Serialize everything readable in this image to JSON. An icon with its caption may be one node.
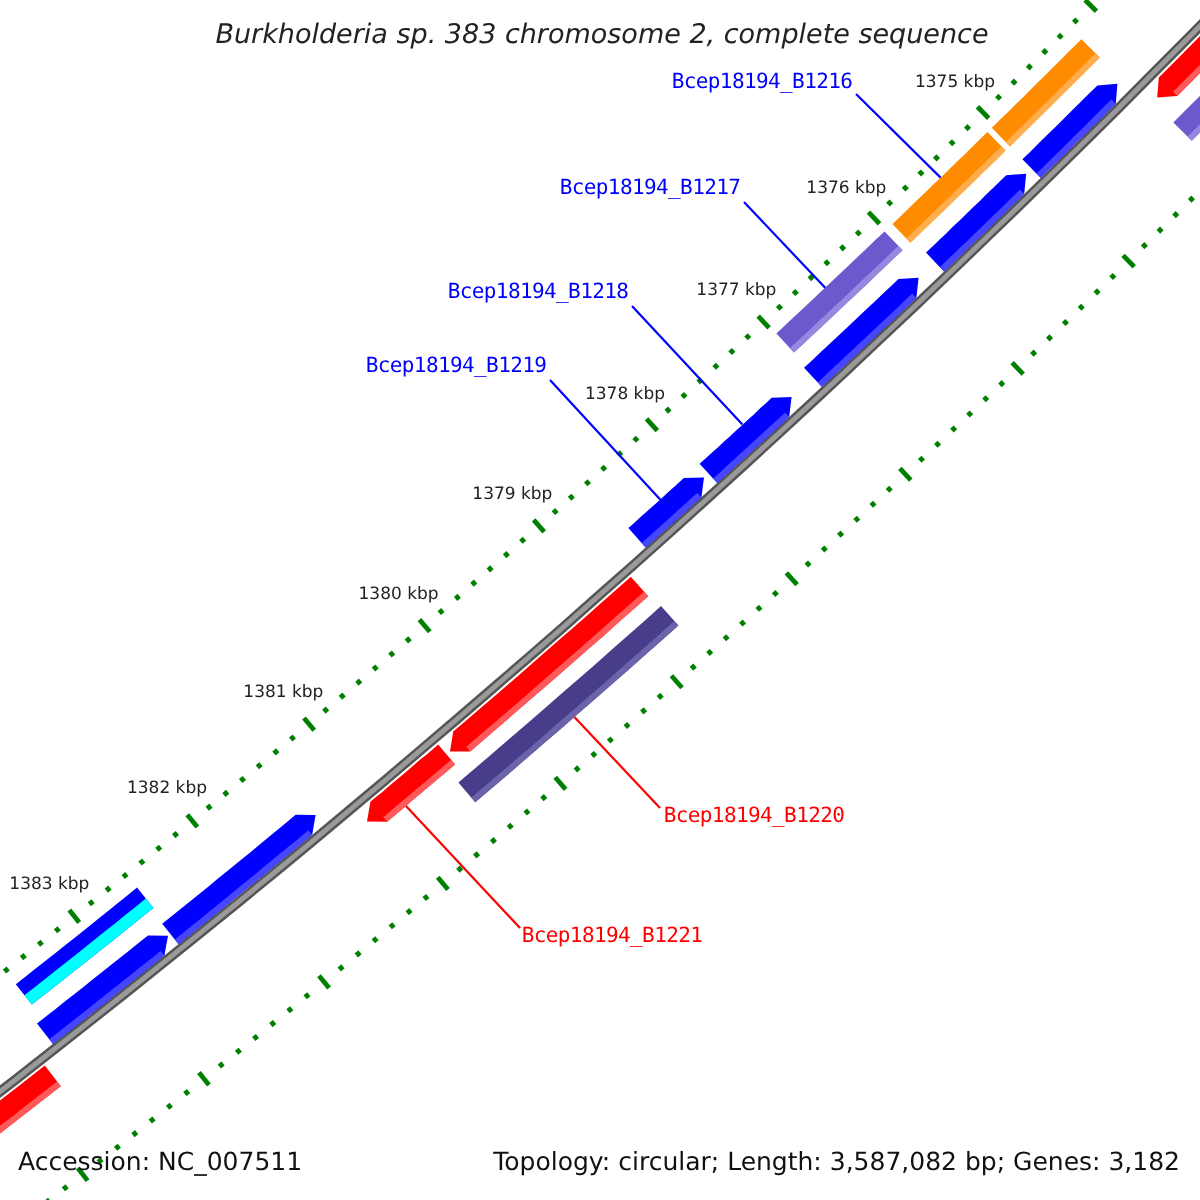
{
  "diagram": {
    "title": "Burkholderia sp. 383 chromosome 2, complete sequence",
    "nodes": [
      {
        "text": [
          "Bcep18194_B1216"
        ]
      },
      {
        "text": [
          "Bcep18194_B1217"
        ]
      },
      {
        "text": [
          "Bcep18194_B1218"
        ]
      },
      {
        "text": [
          "Bcep18194_B1219"
        ]
      },
      {
        "text": [
          "Bcep18194_B1220"
        ]
      },
      {
        "text": [
          "Bcep18194_B1221"
        ]
      },
      {
        "text": [],
        "shape": "arrow"
      },
      {
        "text": [],
        "shape": "bar"
      },
      {
        "text": [],
        "shape": "bar"
      },
      {
        "text": [],
        "shape": "arrow"
      },
      {
        "text": [],
        "shape": "bar"
      },
      {
        "text": [],
        "shape": "arrow"
      },
      {
        "text": [],
        "shape": "bar"
      },
      {
        "text": [],
        "shape": "arrow"
      },
      {
        "text": [],
        "shape": "arrow"
      },
      {
        "text": [],
        "shape": "arrow"
      },
      {
        "text": [],
        "shape": "arrow"
      },
      {
        "text": [],
        "shape": "bar"
      },
      {
        "text": [],
        "shape": "arrow"
      },
      {
        "text": [],
        "shape": "arrow"
      },
      {
        "text": [],
        "shape": "bar"
      },
      {
        "text": [],
        "shape": "arrow"
      },
      {
        "text": [],
        "shape": "bar"
      }
    ],
    "edges": [
      {
        "from": 0,
        "to": 10,
        "arrow": "none"
      },
      {
        "from": 1,
        "to": 12,
        "arrow": "none"
      },
      {
        "from": 2,
        "to": 14,
        "arrow": "none"
      },
      {
        "from": 3,
        "to": 15,
        "arrow": "none"
      },
      {
        "from": 4,
        "to": 17,
        "arrow": "none",
        "color": "#ff0000"
      },
      {
        "from": 5,
        "to": 18,
        "arrow": "none",
        "color": "#ff0000"
      }
    ],
    "labels": [
      "1375 kbp",
      "1376 kbp",
      "1377 kbp",
      "1378 kbp",
      "1379 kbp",
      "1380 kbp",
      "1381 kbp",
      "1382 kbp",
      "1383 kbp",
      "Accession: NC_007511",
      "Topology: circular; Length: 3,587,082 bp; Genes: 3,182"
    ]
  }
}
